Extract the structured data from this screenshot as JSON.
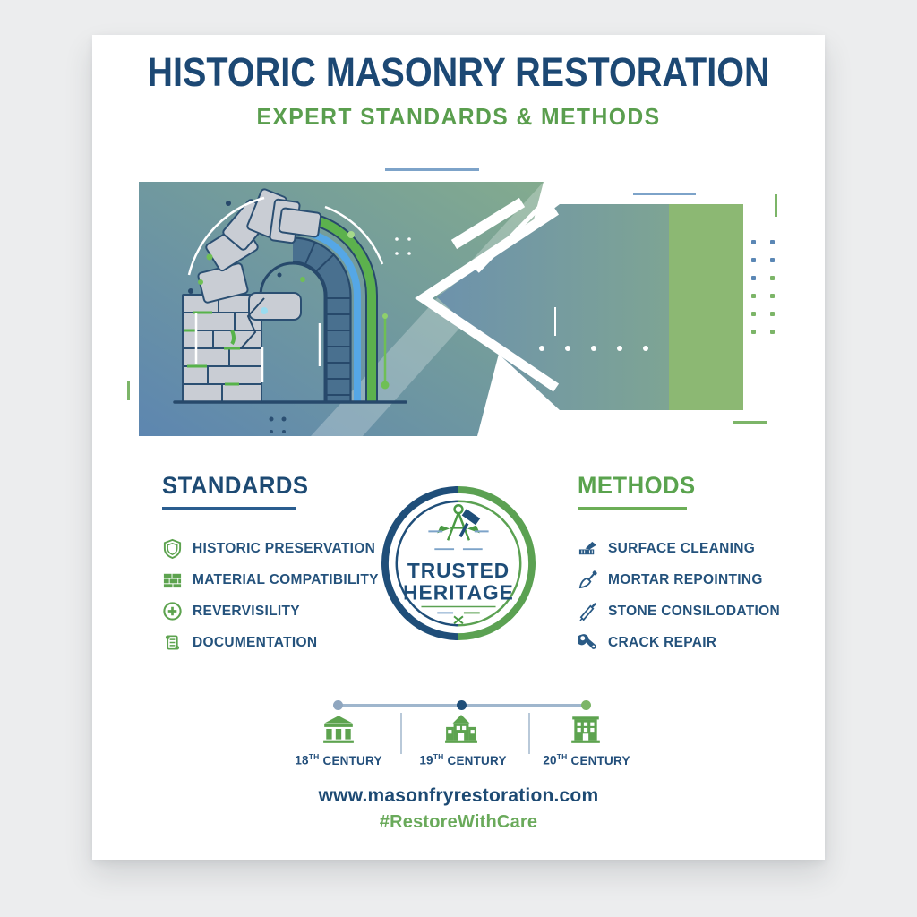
{
  "header": {
    "title": "HISTORIC MASONRY RESTORATION",
    "subtitle": "EXPERT STANDARDS & METHODS"
  },
  "standards": {
    "heading": "STANDARDS",
    "items": [
      {
        "icon": "shield-icon",
        "label": "HISTORIC PRESERVATION"
      },
      {
        "icon": "brick-wall-icon",
        "label": "MATERIAL COMPATIBILITY"
      },
      {
        "icon": "circle-plus-icon",
        "label": "REVERVISILITY"
      },
      {
        "icon": "scroll-icon",
        "label": "DOCUMENTATION"
      }
    ]
  },
  "methods": {
    "heading": "METHODS",
    "items": [
      {
        "icon": "brush-icon",
        "label": "SURFACE CLEANING"
      },
      {
        "icon": "trowel-icon",
        "label": "MORTAR REPOINTING"
      },
      {
        "icon": "chisel-icon",
        "label": "STONE CONSILODATION"
      },
      {
        "icon": "wrench-icon",
        "label": "CRACK REPAIR"
      }
    ]
  },
  "badge": {
    "icon": "compass-hammer-icon",
    "line1": "TRUSTED",
    "line2": "HERITAGE"
  },
  "timeline": {
    "items": [
      {
        "num": "18",
        "sup": "TH",
        "word": "CENTURY",
        "icon": "classical-building-icon",
        "dot_color": "#8fa6bf"
      },
      {
        "num": "19",
        "sup": "TH",
        "word": "CENTURY",
        "icon": "gabled-building-icon",
        "dot_color": "#1f4e79"
      },
      {
        "num": "20",
        "sup": "TH",
        "word": "CENTURY",
        "icon": "tall-building-icon",
        "dot_color": "#7cb568"
      }
    ]
  },
  "footer": {
    "website": "www.masonfryrestoration.com",
    "hashtag": "#RestoreWithCare"
  },
  "colors": {
    "navy": "#1e4d78",
    "green": "#5da34f",
    "light_blue_accent": "#7da3c9",
    "hero_blue": "#5d86b0",
    "hero_green_strip": "#8cb873",
    "sky_blue": "#55a7e6",
    "stone_gray": "#c9cdd4"
  }
}
